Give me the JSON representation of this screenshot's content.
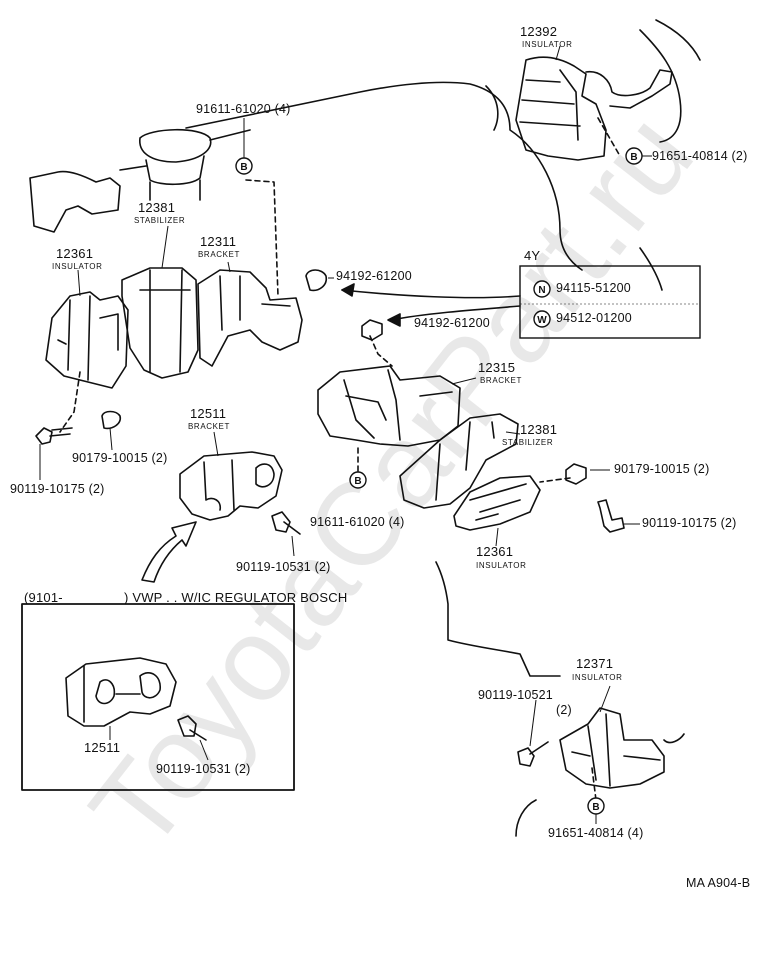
{
  "watermark": "ToyotaCarPart.ru",
  "diagram_id": "MA A904-B",
  "callout_letter": "B",
  "parts": {
    "p12392_num": "12392",
    "p12392_name": "INSULATOR",
    "p91651_top": "91651-40814 (2)",
    "p91611_top": "91611-61020 (4)",
    "p12381_left_num": "12381",
    "p12381_left_name": "STABILIZER",
    "p12311_num": "12311",
    "p12311_name": "BRACKET",
    "p12361_left_num": "12361",
    "p12361_left_name": "INSULATOR",
    "p94192_top": "94192-61200",
    "p94192_mid": "94192-61200",
    "p12315_num": "12315",
    "p12315_name": "BRACKET",
    "p12381_right_num": "12381",
    "p12381_right_name": "STABILIZER",
    "p90179_left": "90179-10015 (2)",
    "p90119_left": "90119-10175 (2)",
    "p12511_num": "12511",
    "p12511_name": "BRACKET",
    "p91611_mid": "91611-61020 (4)",
    "p90179_right": "90179-10015 (2)",
    "p90119_right": "90119-10175 (2)",
    "p12361_right_num": "12361",
    "p12361_right_name": "INSULATOR",
    "p90119_10531": "90119-10531 (2)",
    "p12371_num": "12371",
    "p12371_name": "INSULATOR",
    "p90119_10521": "90119-10521",
    "p90119_10521_qty": "(2)",
    "p91651_bottom": "91651-40814 (4)"
  },
  "legend_4y": {
    "title": "4Y",
    "rows": [
      {
        "symbol": "N",
        "part": "94115-51200"
      },
      {
        "symbol": "W",
        "part": "94512-01200"
      }
    ]
  },
  "inset": {
    "header_left": "(9101-",
    "header_right": ") VWP . . W/IC REGULATOR BOSCH",
    "part_num": "12511",
    "bolt": "90119-10531 (2)"
  }
}
